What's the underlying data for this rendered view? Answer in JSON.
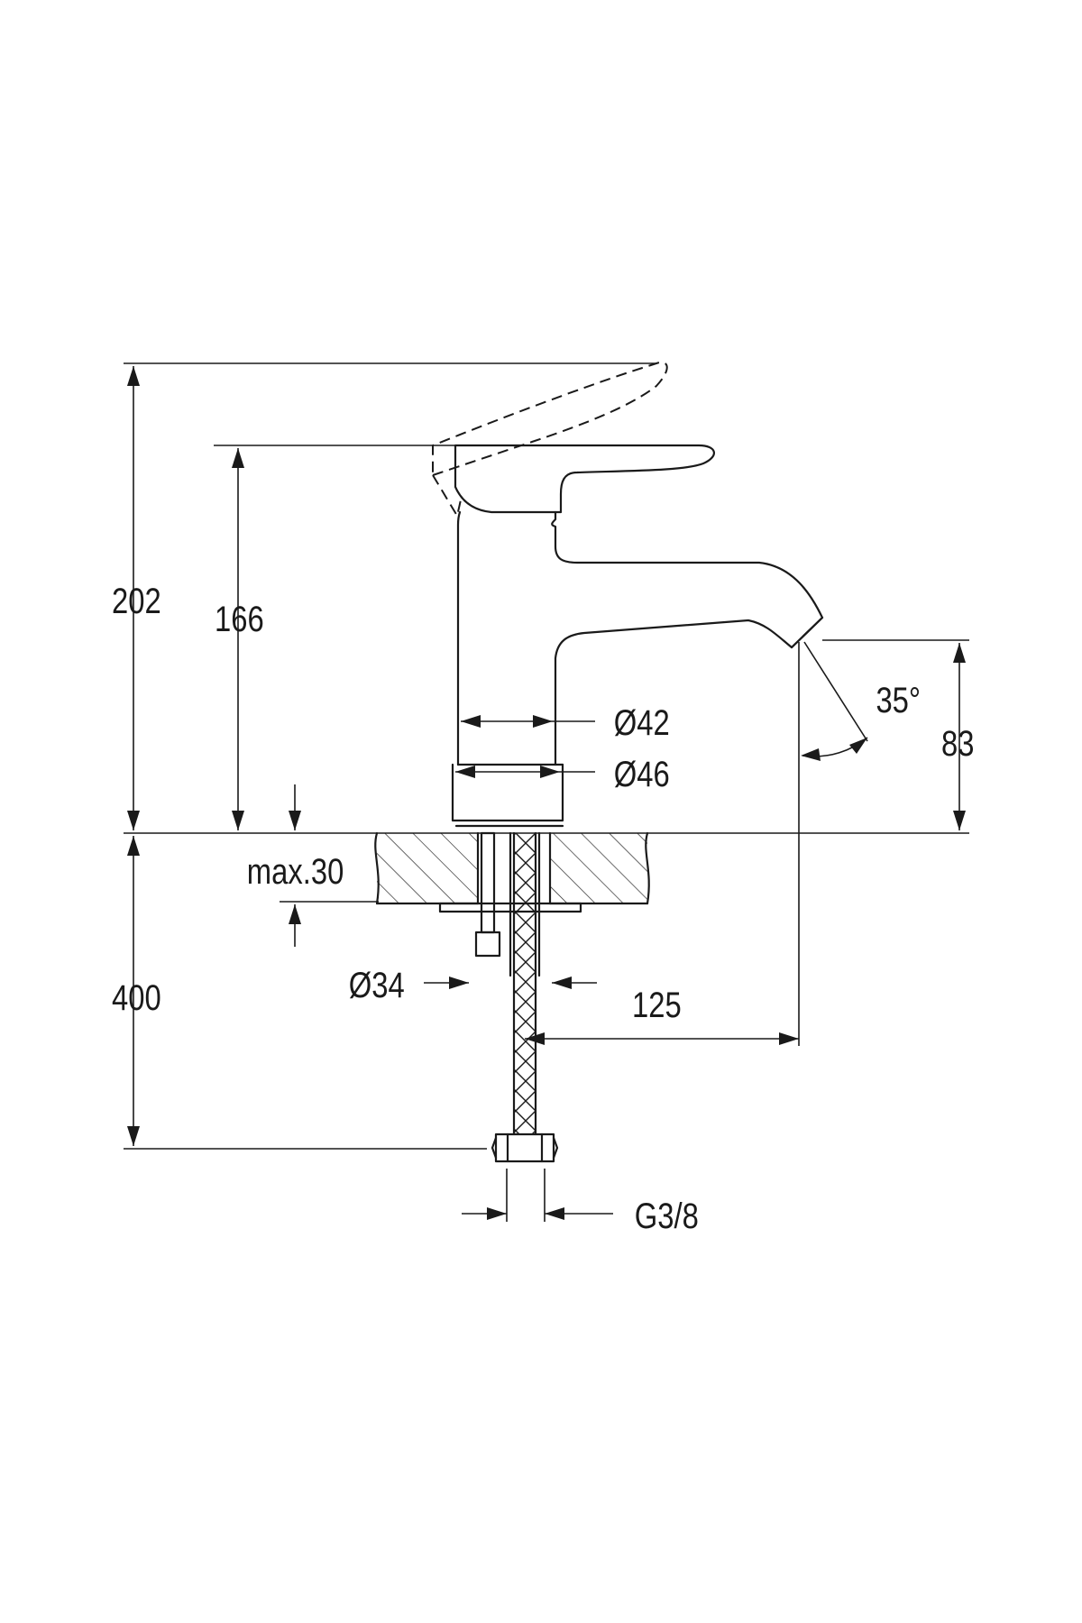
{
  "dimensions": {
    "total_height": "202",
    "spout_height": "166",
    "max_thickness": "max.30",
    "hose_length": "400",
    "diameter_body": "Ø42",
    "diameter_base": "Ø46",
    "diameter_shank": "Ø34",
    "spout_reach": "125",
    "aerator_height": "83",
    "angle": "35°",
    "thread": "G3/8"
  },
  "colors": {
    "line": "#1a1a1a",
    "background": "#ffffff"
  }
}
